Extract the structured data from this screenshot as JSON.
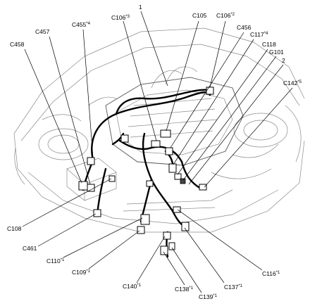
{
  "diagram": {
    "callouts": [
      {
        "id": "c1",
        "text": "1",
        "sup": ""
      },
      {
        "id": "c2",
        "text": "2",
        "sup": ""
      },
      {
        "id": "c106_3",
        "text": "C106",
        "sup": "*3"
      },
      {
        "id": "c105",
        "text": "C105",
        "sup": ""
      },
      {
        "id": "c106_2",
        "text": "C106",
        "sup": "*2"
      },
      {
        "id": "c456",
        "text": "C456",
        "sup": ""
      },
      {
        "id": "c455_4",
        "text": "C455",
        "sup": "*4"
      },
      {
        "id": "c457",
        "text": "C457",
        "sup": ""
      },
      {
        "id": "c458",
        "text": "C458",
        "sup": ""
      },
      {
        "id": "c117_4",
        "text": "C117",
        "sup": "*4"
      },
      {
        "id": "c118",
        "text": "C118",
        "sup": ""
      },
      {
        "id": "g101",
        "text": "G101",
        "sup": ""
      },
      {
        "id": "c142_5",
        "text": "C142",
        "sup": "*5"
      },
      {
        "id": "c108",
        "text": "C108",
        "sup": ""
      },
      {
        "id": "c461",
        "text": "C461",
        "sup": ""
      },
      {
        "id": "c110_1",
        "text": "C110",
        "sup": "*1"
      },
      {
        "id": "c109_1",
        "text": "C109",
        "sup": "*1"
      },
      {
        "id": "c140_1",
        "text": "C140",
        "sup": "*1"
      },
      {
        "id": "c138_1",
        "text": "C138",
        "sup": "*1"
      },
      {
        "id": "c139_1",
        "text": "C139",
        "sup": "*1"
      },
      {
        "id": "c137_1",
        "text": "C137",
        "sup": "*1"
      },
      {
        "id": "c116_1",
        "text": "C116",
        "sup": "*1"
      }
    ]
  }
}
